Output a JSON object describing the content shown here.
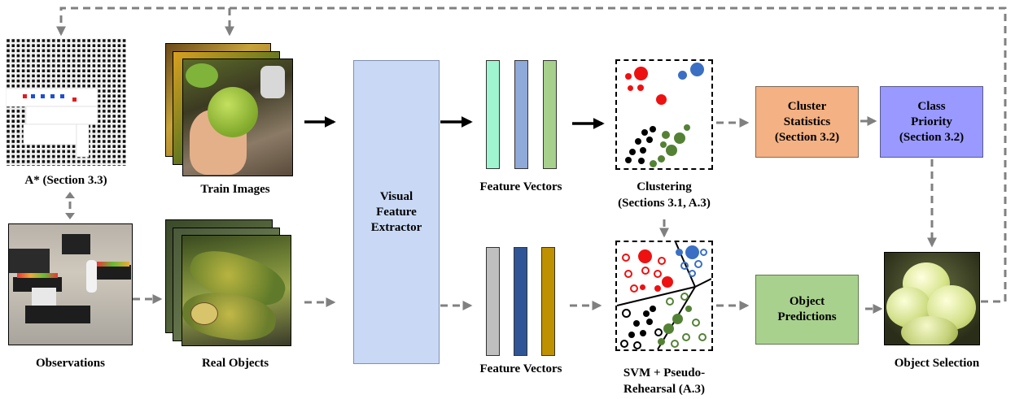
{
  "captions": {
    "astar": "A* (Section 3.3)",
    "train_images": "Train Images",
    "observations": "Observations",
    "real_objects": "Real Objects",
    "feature_vectors_top": "Feature Vectors",
    "feature_vectors_bottom": "Feature Vectors",
    "clustering_line1": "Clustering",
    "clustering_line2": "(Sections 3.1, A.3)",
    "svm_line1": "SVM + Pseudo-",
    "svm_line2": "Rehearsal (A.3)",
    "object_selection": "Object Selection"
  },
  "boxes": {
    "extractor": [
      "Visual",
      "Feature",
      "Extractor"
    ],
    "cluster_stats": [
      "Cluster",
      "Statistics",
      "(Section 3.2)"
    ],
    "class_priority": [
      "Class",
      "Priority",
      "(Section 3.2)"
    ],
    "object_predictions": [
      "Object",
      "Predictions"
    ]
  },
  "colors": {
    "extractor_fill": "#c9d9f5",
    "cluster_stats_fill": "#f4b183",
    "class_priority_fill": "#9999ff",
    "object_predictions_fill": "#a9d18e",
    "dash_arrow": "#808080",
    "top_bars": [
      "#9ff5cf",
      "#8fa9d9",
      "#a7d08c"
    ],
    "bottom_bars": [
      "#bfbfbf",
      "#2f5597",
      "#bf9000"
    ],
    "cluster_red": "#ee1111",
    "cluster_blue": "#3a6fc4",
    "cluster_green": "#548235",
    "cluster_black": "#000000"
  },
  "icons": [
    "occupancy-grid-map",
    "fruit-photo-stack",
    "robot-lab-photo",
    "papaya-photo-stack",
    "apples-photo"
  ]
}
